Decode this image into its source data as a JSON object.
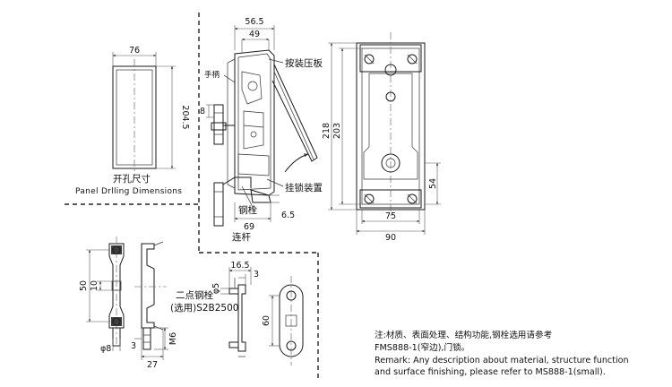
{
  "cutout": {
    "width": "76",
    "height": "204.5",
    "label_cn": "开孔尺寸",
    "label_en": "Panel Drlling Dimensions"
  },
  "side_view": {
    "dim_top_outer": "56.5",
    "dim_top_inner": "49",
    "dim_left": "8",
    "dim_bottom": "69",
    "dim_right": "6.5",
    "label_handle": "手柄",
    "label_plate": "按装压板",
    "label_hook": "挂锁装置",
    "label_bolt": "钢栓",
    "label_rod": "连杆"
  },
  "front_view": {
    "dim_outer_height": "218",
    "dim_inner_height": "203",
    "dim_inner_width": "75",
    "dim_outer_width": "90",
    "dim_lower": "54"
  },
  "bolt_detail": {
    "dim_pitch": "50",
    "dim_slot": "10",
    "dim_hole": "φ8",
    "dim_offset": "3",
    "dim_thread": "M6",
    "dim_length": "27",
    "label_line1": "二点钢栓",
    "label_line2": "(选用)S2B2500"
  },
  "rod_detail": {
    "dim_width": "16.5",
    "dim_thickness": "3",
    "dim_hole": "φ5",
    "dim_pitch": "60"
  },
  "notes": {
    "cn_line1": "注:材质、表面处理、结构功能,钢栓选用请参考",
    "cn_line2": "FMS888-1(窄边),门锁。",
    "en_line1": "Remark: Any description about material, structure function",
    "en_line2": "and surface finishing, please refer to MS888-1(small)."
  }
}
